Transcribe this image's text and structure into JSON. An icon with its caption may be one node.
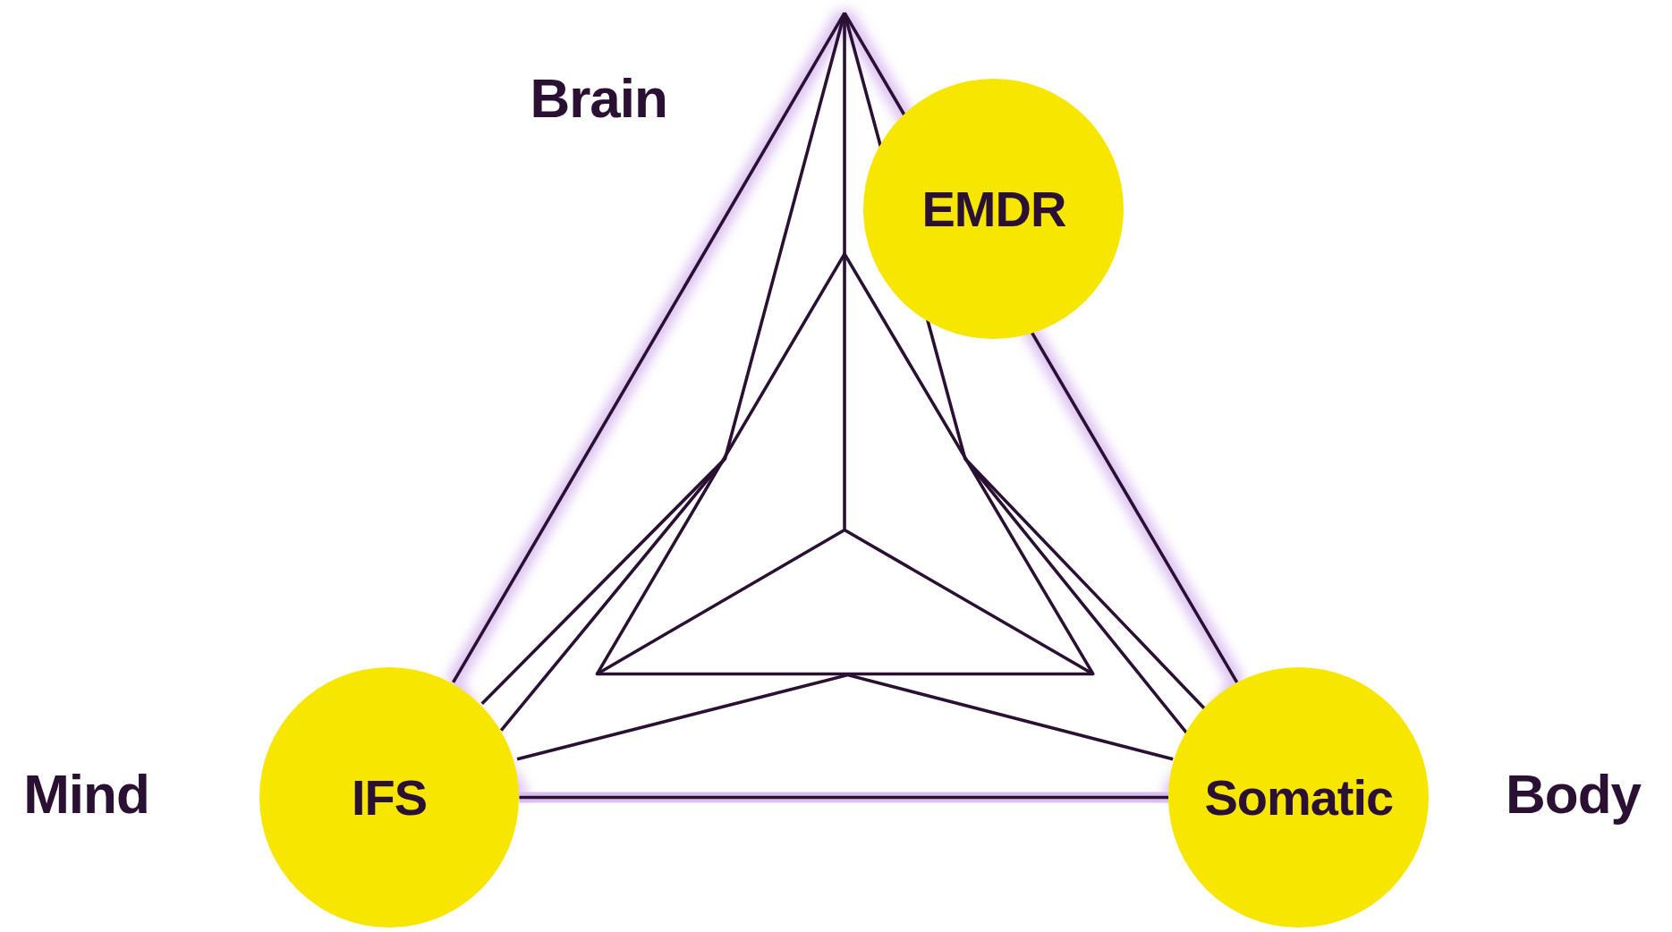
{
  "diagram": {
    "nodes": [
      {
        "text": [
          "EMDR"
        ]
      },
      {
        "text": [
          "IFS"
        ]
      },
      {
        "text": [
          "Somatic"
        ]
      }
    ],
    "edges": [
      {
        "from": 1,
        "to": 2,
        "arrow": "none"
      }
    ],
    "labels": [
      "Brain",
      "Mind",
      "Body"
    ]
  }
}
